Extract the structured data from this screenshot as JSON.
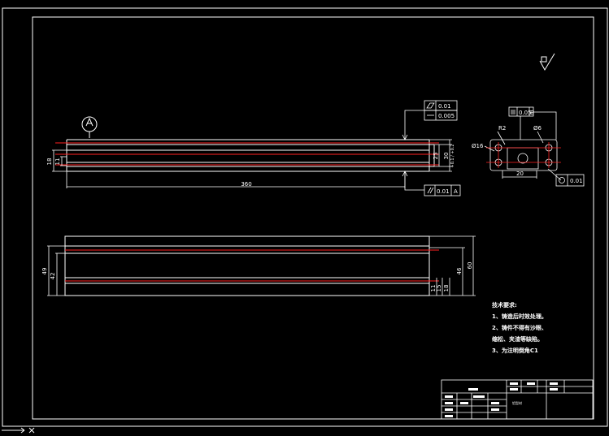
{
  "dimensions": {
    "front": {
      "length": "360",
      "left_height": "18",
      "left_inner": "11",
      "right_a": "25",
      "right_b": "30",
      "right_tol": "+0.1 / +0.2"
    },
    "bottom": {
      "left_outer": "49",
      "left_inner": "42",
      "right_outer": "60",
      "right_mid": "46",
      "right_s1": "11",
      "right_s2": "15",
      "right_s3": "18"
    },
    "section": {
      "radius": "R2",
      "hole_small": "Ø6",
      "hole_large": "Ø16",
      "width": "20"
    }
  },
  "tolerances": {
    "flatness": "0.01",
    "straightness": "0.005",
    "parallelism": "0.01",
    "parallelism_datum": "A",
    "symmetry": "0.05",
    "symmetry_datum": "B",
    "circularity": "0.01"
  },
  "notes": {
    "title": "技术要求:",
    "items": [
      "1、铸造后时效处理。",
      "2、铸件不得有沙眼、",
      "缩松、夹渣等缺陷。",
      "3、为注明倒角C1"
    ]
  },
  "title_block": {
    "drawing_name": "铝型材"
  }
}
